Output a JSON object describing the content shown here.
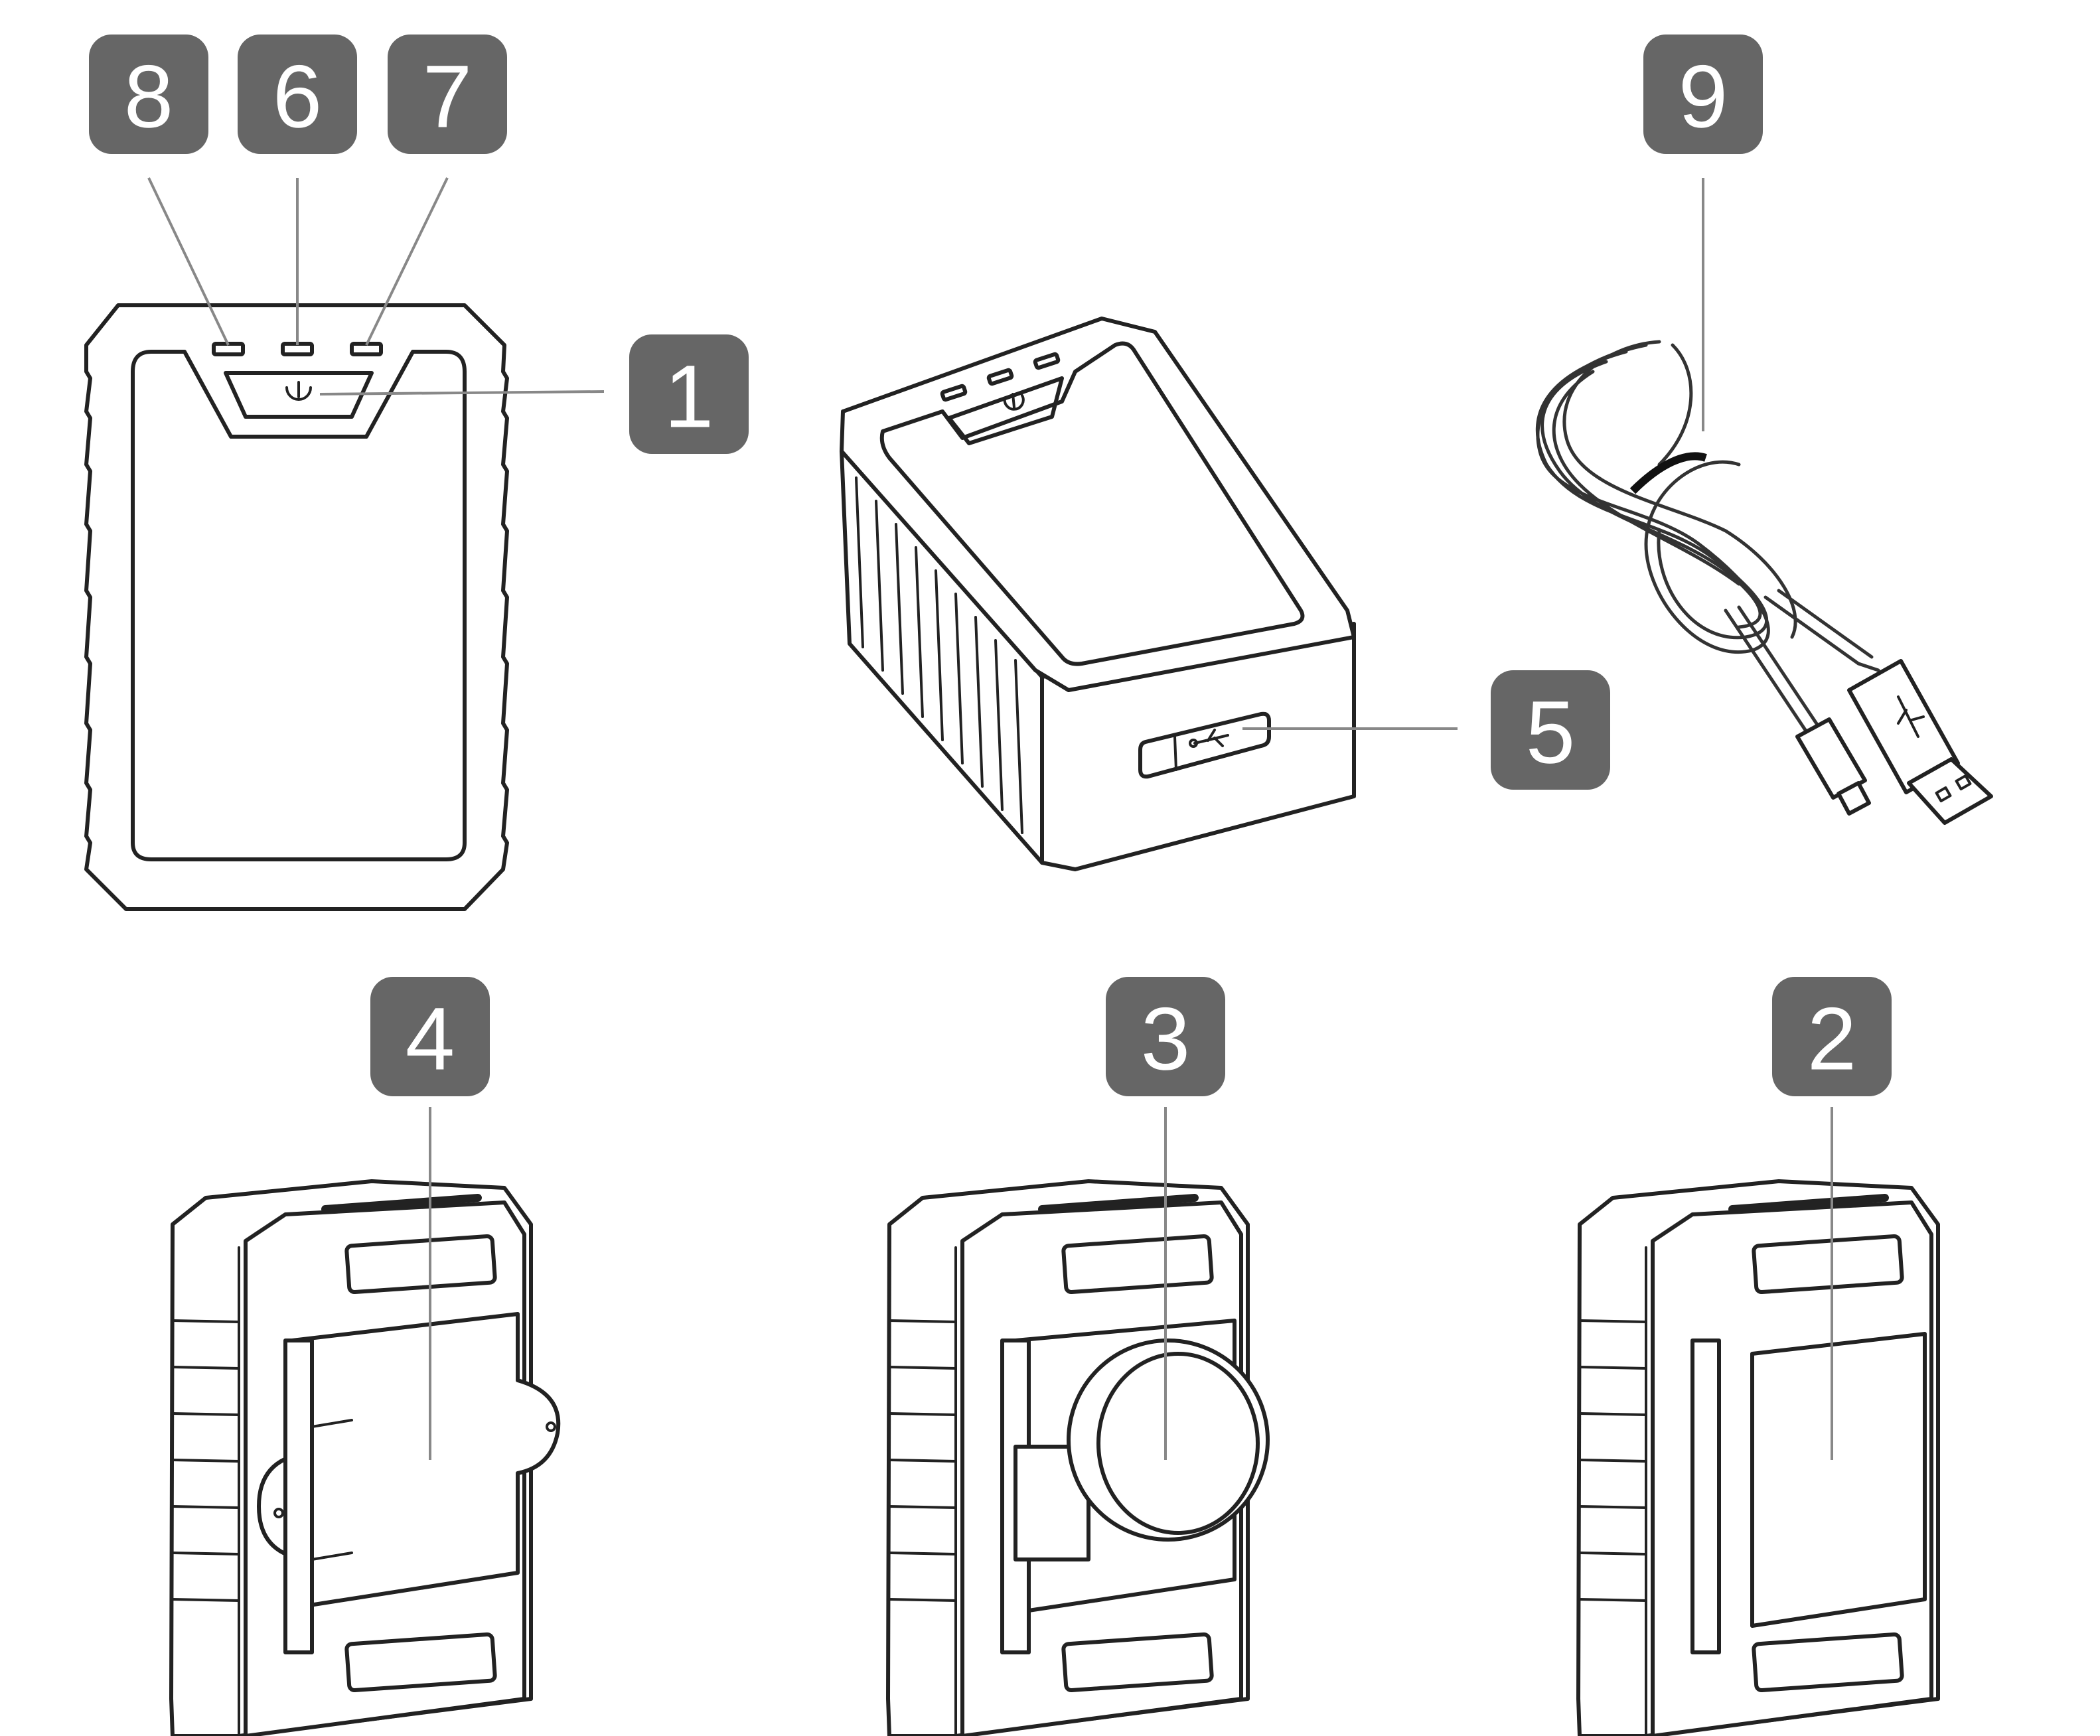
{
  "callouts": {
    "c1": "1",
    "c2": "2",
    "c3": "3",
    "c4": "4",
    "c5": "5",
    "c6": "6",
    "c7": "7",
    "c8": "8",
    "c9": "9"
  },
  "icons": {
    "power": "power-icon",
    "usb": "usb-icon"
  },
  "colors": {
    "badge_fill": "#666666",
    "badge_text": "#ffffff",
    "line_art": "#222222",
    "leader_line": "#888888"
  }
}
